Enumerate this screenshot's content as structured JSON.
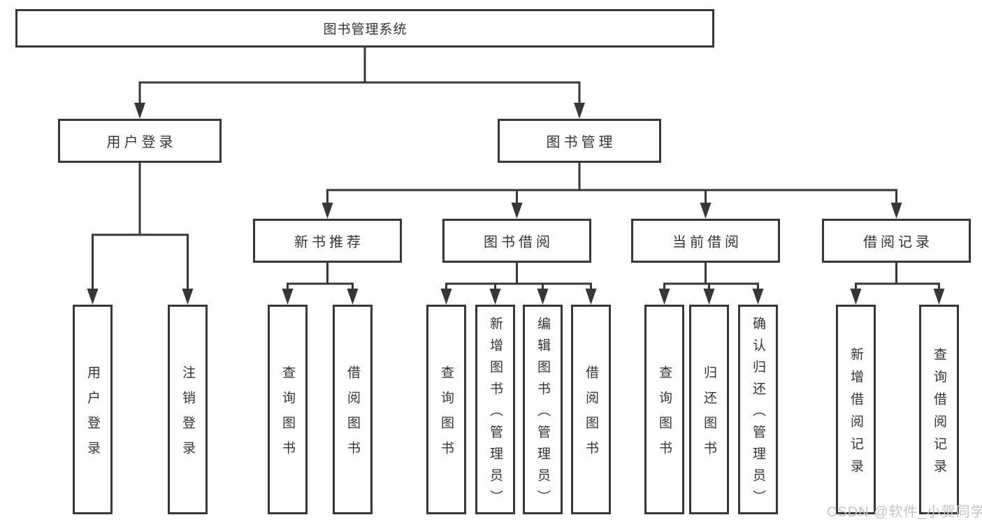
{
  "colors": {
    "line": "#373737",
    "box_border": "#373737",
    "text": "#333333",
    "background": "#ffffff",
    "watermark": "#c3c4ca"
  },
  "tree": {
    "root": "图书管理系统",
    "branches": [
      {
        "label": "用户登录",
        "leaves": [
          "用户登录",
          "注销登录"
        ]
      },
      {
        "label": "图书管理",
        "children": [
          {
            "label": "新书推荐",
            "leaves": [
              "查询图书",
              "借阅图书"
            ]
          },
          {
            "label": "图书借阅",
            "leaves": [
              "查询图书",
              "新增图书（管理员）",
              "编辑图书（管理员）",
              "借阅图书"
            ]
          },
          {
            "label": "当前借阅",
            "leaves": [
              "查询图书",
              "归还图书",
              "确认归还（管理员）"
            ]
          },
          {
            "label": "借阅记录",
            "leaves": [
              "新增借阅记录",
              "查询借阅记录"
            ]
          }
        ]
      }
    ]
  },
  "watermark": {
    "text": "CSDN @软件_小贺同学"
  }
}
